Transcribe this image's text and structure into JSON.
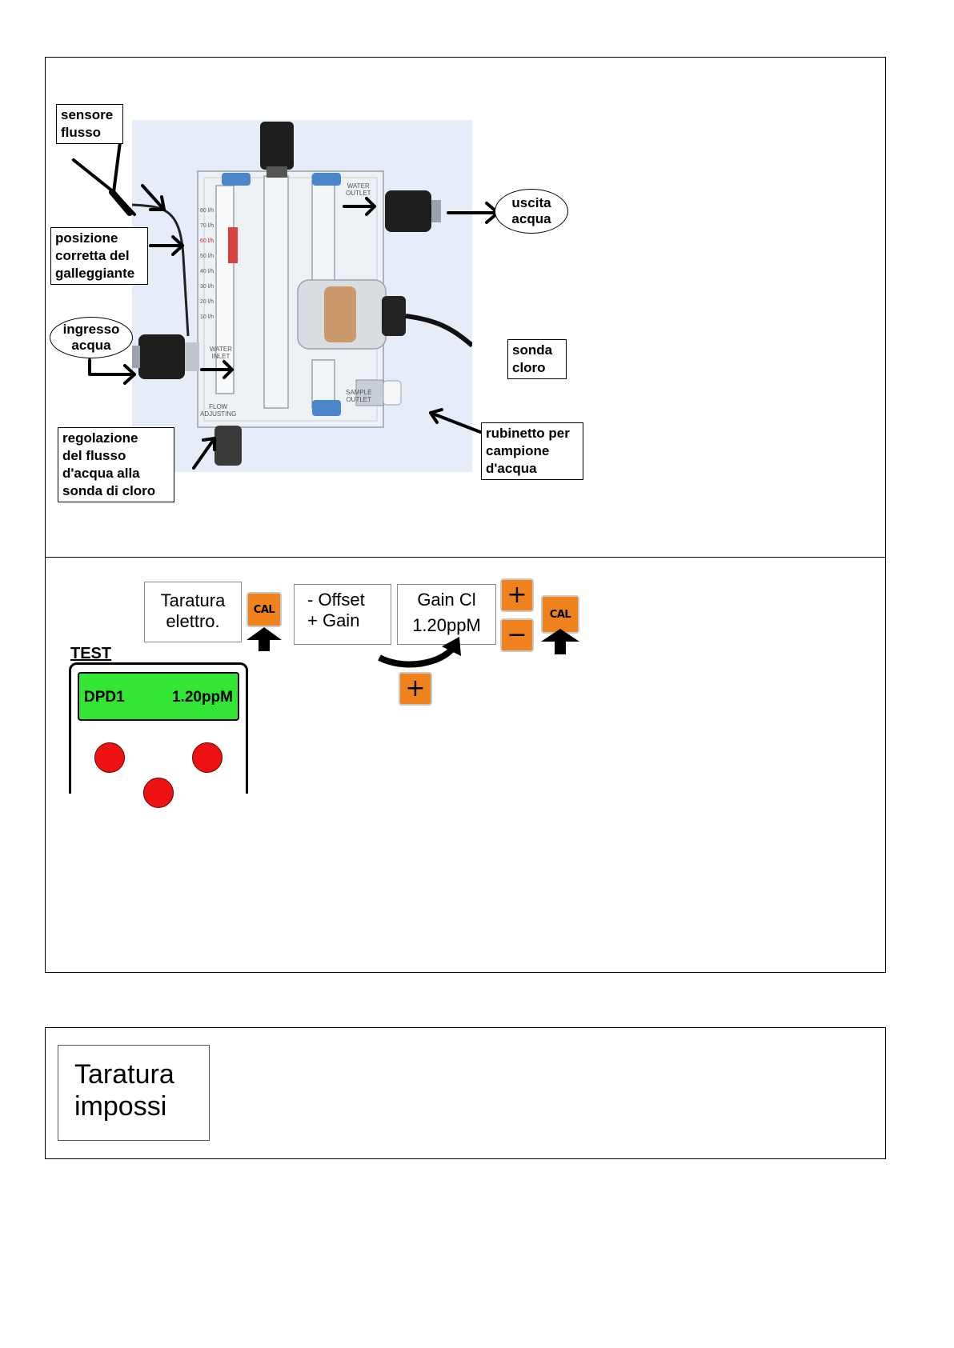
{
  "photo_section": {
    "labels": {
      "flow_sensor": "sensore\nflusso",
      "float_position": "posizione\ncorretta del\ngalleggiante",
      "water_inlet": "ingresso\nacqua",
      "flow_regulation": "regolazione\ndel flusso\nd'acqua alla\nsonda di cloro",
      "water_outlet": "uscita\nacqua",
      "chlorine_probe": "sonda\ncloro",
      "sample_tap": "rubinetto per\ncampione\nd'acqua"
    },
    "device_print": {
      "water_outlet": "WATER\nOUTLET",
      "water_inlet": "WATER\nINLET",
      "flow_adjusting": "FLOW\nADJUSTING",
      "sample_outlet": "SAMPLE\nOUTLET",
      "scale": [
        "80 l/h",
        "70 l/h",
        "60 l/h",
        "50 l/h",
        "40 l/h",
        "30 l/h",
        "20 l/h",
        "10 l/h"
      ]
    }
  },
  "calibration_section": {
    "menu_1": "Taratura\nelettro.",
    "menu_2": "- Offset\n+ Gain",
    "menu_3_line1": "Gain Cl",
    "menu_3_line2": "1.20ppM",
    "cal_label": "CAL",
    "plus": "+",
    "minus": "−",
    "test_label": "TEST",
    "lcd_left": "DPD1",
    "lcd_right": "1.20ppM"
  },
  "bottom_section": {
    "menu_text": "Taratura\nimpossi"
  },
  "colors": {
    "button_orange": "#f0821e",
    "lcd_green": "#33e633",
    "key_red": "#ee1111",
    "photo_bg": "#e6ecf8"
  }
}
